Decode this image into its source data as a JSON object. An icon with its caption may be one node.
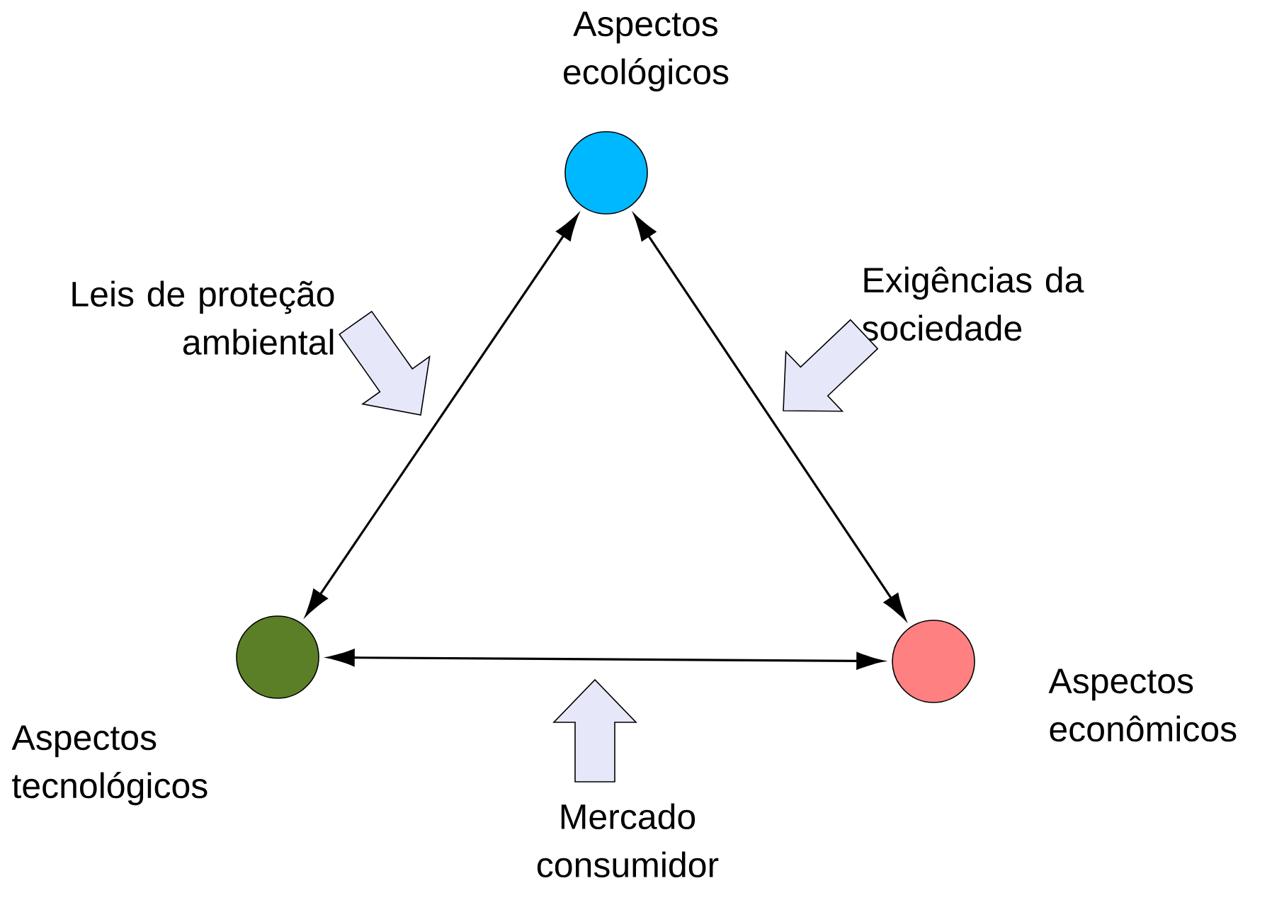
{
  "diagram": {
    "nodes": [
      {
        "text": [
          "Aspectos ecológicos"
        ]
      },
      {
        "text": [
          "Aspectos tecnológicos"
        ]
      },
      {
        "text": [
          "Aspectos econômicos"
        ]
      },
      {
        "text": [
          "Leis de proteção ambiental"
        ]
      },
      {
        "text": [
          "Exigências da sociedade"
        ]
      },
      {
        "text": [
          "Mercado consumidor"
        ]
      }
    ],
    "edges": [
      {
        "from": 0,
        "to": 1,
        "arrow": "both"
      },
      {
        "from": 0,
        "to": 2,
        "arrow": "both"
      },
      {
        "from": 1,
        "to": 2,
        "arrow": "both"
      },
      {
        "from": 3,
        "to": null,
        "arrow": "to",
        "style": "thick"
      },
      {
        "from": 4,
        "to": null,
        "arrow": "to",
        "style": "thick"
      },
      {
        "from": 5,
        "to": null,
        "arrow": "to",
        "style": "thick"
      }
    ]
  }
}
